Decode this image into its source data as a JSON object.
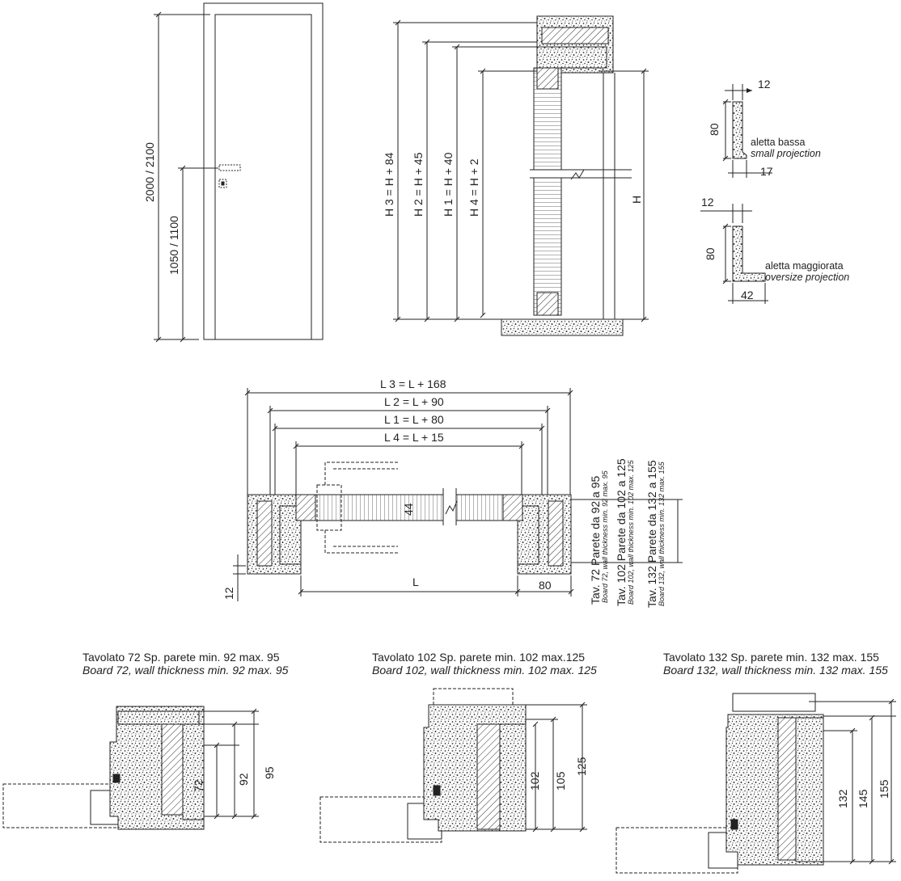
{
  "door_elevation": {
    "height_label": "2000 / 2100",
    "handle_height_label": "1050 / 1100"
  },
  "vertical_section": {
    "h3": "H 3 = H + 84",
    "h2": "H 2 = H + 45",
    "h1": "H 1 = H + 40",
    "h4": "H 4 = H + 2",
    "h": "H"
  },
  "profiles": {
    "low": {
      "width": "12",
      "height": "80",
      "depth": "17",
      "name_it": "aletta bassa",
      "name_en": "small projection"
    },
    "oversize": {
      "width": "12",
      "height": "80",
      "depth": "42",
      "name_it": "aletta maggiorata",
      "name_en": "oversize projection"
    }
  },
  "plan_section": {
    "l3": "L 3 = L + 168",
    "l2": "L 2 = L + 90",
    "l1": "L 1 = L + 80",
    "l4": "L 4 = L + 15",
    "l": "L",
    "thickness": "44",
    "jamb_width": "80",
    "gap": "12",
    "boards": [
      {
        "it": "Tav. 72 Parete da 92 a 95",
        "en": "Board 72, wall thickness min. 92 max. 95"
      },
      {
        "it": "Tav. 102 Parete da 102 a 125",
        "en": "Board 102, wall thickness min. 102 max. 125"
      },
      {
        "it": "Tav. 132 Parete da 132 a 155",
        "en": "Board 132, wall thickness min. 132 max. 155"
      }
    ]
  },
  "details": [
    {
      "title_it": "Tavolato 72 Sp. parete min. 92 max. 95",
      "title_en": "Board 72, wall thickness min. 92 max. 95",
      "dims": [
        "72",
        "92",
        "95"
      ]
    },
    {
      "title_it": "Tavolato 102 Sp. parete min. 102 max.125",
      "title_en": "Board 102, wall thickness min. 102 max. 125",
      "dims": [
        "102",
        "105",
        "125"
      ]
    },
    {
      "title_it": "Tavolato 132 Sp. parete min. 132 max. 155",
      "title_en": "Board 132, wall thickness min. 132 max. 155",
      "dims": [
        "132",
        "145",
        "155"
      ]
    }
  ]
}
